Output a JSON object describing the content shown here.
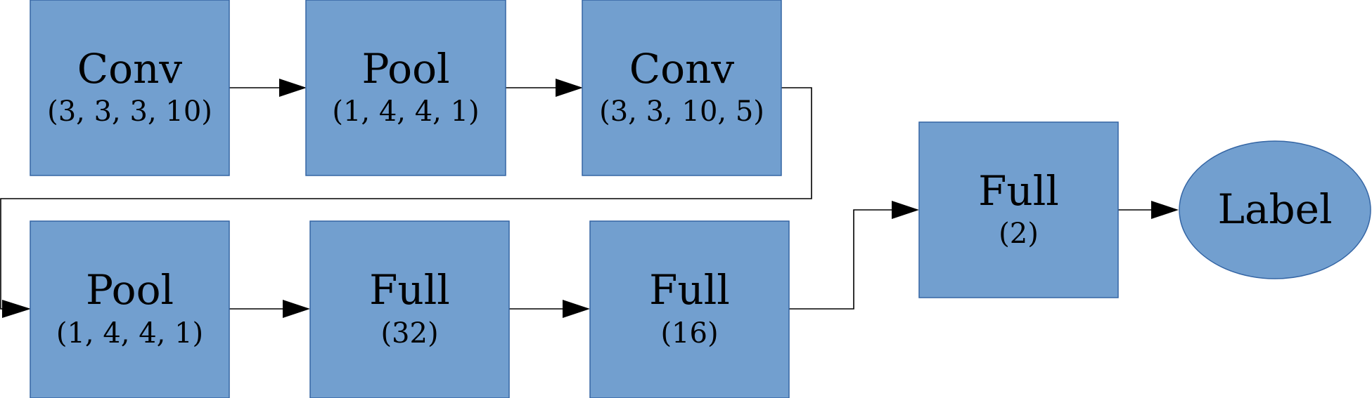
{
  "diagram": {
    "colors": {
      "node_fill": "#729fcf",
      "node_stroke": "#3465a4",
      "edge": "#000000",
      "text": "#000000"
    },
    "nodes": [
      {
        "id": "conv1",
        "shape": "rect",
        "title": "Conv",
        "params": "(3, 3, 3, 10)"
      },
      {
        "id": "pool1",
        "shape": "rect",
        "title": "Pool",
        "params": "(1, 4, 4, 1)"
      },
      {
        "id": "conv2",
        "shape": "rect",
        "title": "Conv",
        "params": "(3, 3, 10, 5)"
      },
      {
        "id": "pool2",
        "shape": "rect",
        "title": "Pool",
        "params": "(1, 4, 4, 1)"
      },
      {
        "id": "full32",
        "shape": "rect",
        "title": "Full",
        "params": "(32)"
      },
      {
        "id": "full16",
        "shape": "rect",
        "title": "Full",
        "params": "(16)"
      },
      {
        "id": "full2",
        "shape": "rect",
        "title": "Full",
        "params": "(2)"
      },
      {
        "id": "label",
        "shape": "ellipse",
        "title": "Label"
      }
    ],
    "edges": [
      {
        "from": "conv1",
        "to": "pool1"
      },
      {
        "from": "pool1",
        "to": "conv2"
      },
      {
        "from": "conv2",
        "to": "pool2"
      },
      {
        "from": "pool2",
        "to": "full32"
      },
      {
        "from": "full32",
        "to": "full16"
      },
      {
        "from": "full16",
        "to": "full2"
      },
      {
        "from": "full2",
        "to": "label"
      }
    ]
  }
}
